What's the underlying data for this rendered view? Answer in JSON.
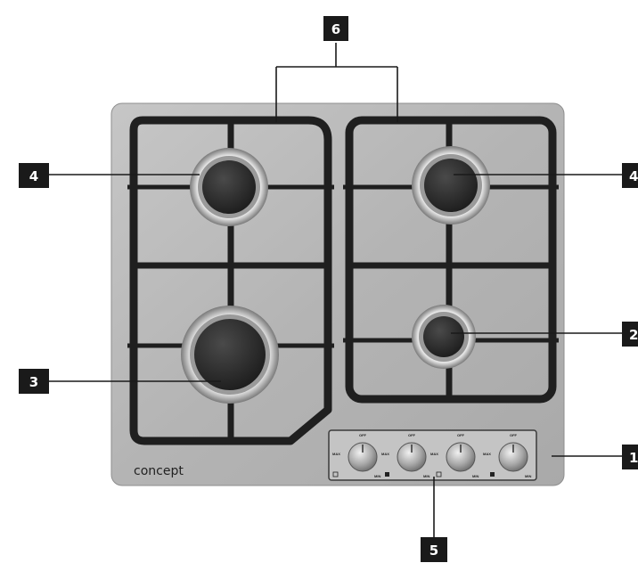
{
  "brand": {
    "text": "concept"
  },
  "callouts": [
    {
      "id": "6",
      "label": "6"
    },
    {
      "id": "4-left",
      "label": "4"
    },
    {
      "id": "4-right",
      "label": "4"
    },
    {
      "id": "3",
      "label": "3"
    },
    {
      "id": "2",
      "label": "2"
    },
    {
      "id": "1",
      "label": "1"
    },
    {
      "id": "5",
      "label": "5"
    }
  ],
  "knobs": [
    {
      "off": "OFF",
      "max": "MAX",
      "min": "MIN"
    },
    {
      "off": "OFF",
      "max": "MAX",
      "min": "MIN"
    },
    {
      "off": "OFF",
      "max": "MAX",
      "min": "MIN"
    },
    {
      "off": "OFF",
      "max": "MAX",
      "min": "MIN"
    }
  ],
  "colors": {
    "steel": "#b9b9b9",
    "grate": "#1f1f1f",
    "callout_bg": "#1a1a1a"
  }
}
